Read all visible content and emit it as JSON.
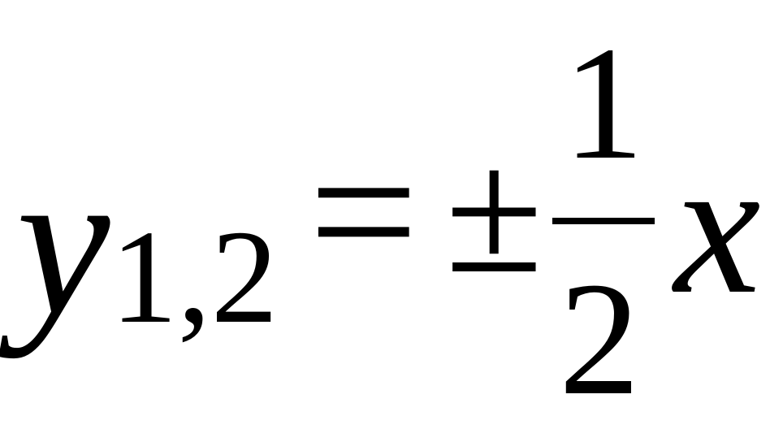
{
  "formula": {
    "lhs": {
      "variable": "y",
      "subscript": "1,2"
    },
    "relation": "=",
    "rhs": {
      "sign": "±",
      "fraction": {
        "numerator": "1",
        "denominator": "2"
      },
      "variable": "x"
    }
  }
}
